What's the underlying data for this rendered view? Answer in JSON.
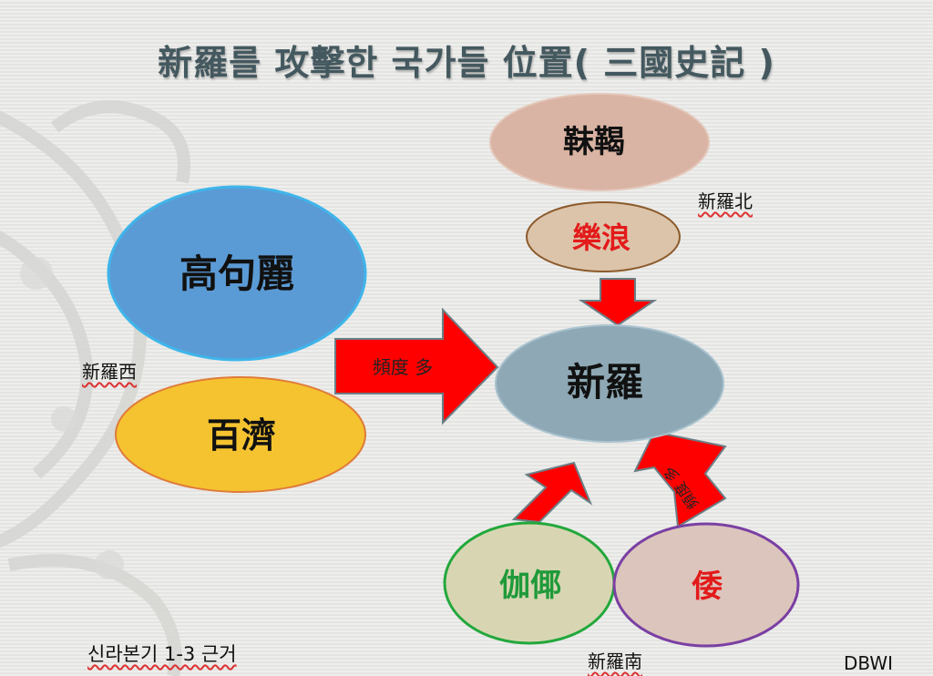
{
  "title": "新羅를 攻擊한 국가들 位置( 三國史記 )",
  "nodes": {
    "mohe": "靺鞨",
    "lelang": "樂浪",
    "goguryeo": "高句麗",
    "baekje": "百濟",
    "silla": "新羅",
    "gaya": "伽倻",
    "wa": "倭"
  },
  "directions": {
    "north": "新羅北",
    "west": "新羅西",
    "south": "新羅南"
  },
  "arrows": {
    "west_label": "頻度 多",
    "south_east_label": "頻度 多"
  },
  "footer_note": "신라본기 1-3 근거",
  "credit": "DBWI",
  "colors": {
    "title": "#44595f",
    "arrow": "#ff0000",
    "goguryeo": "#5b9bd5",
    "baekje": "#f5c330",
    "silla": "#8ea9b5",
    "mohe": "#d9b3a3",
    "lelang": "#dcc4aa",
    "gaya": "#d8d6b2",
    "wa": "#dcc5bc"
  }
}
